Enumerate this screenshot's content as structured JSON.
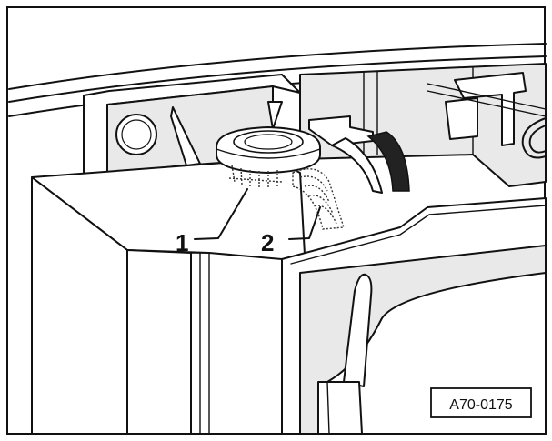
{
  "callouts": [
    {
      "label": "1"
    },
    {
      "label": "2"
    }
  ],
  "figure_code": "A70-0175",
  "colors": {
    "line": "#111111",
    "background": "#ffffff",
    "shade": "#e9e9e9"
  }
}
